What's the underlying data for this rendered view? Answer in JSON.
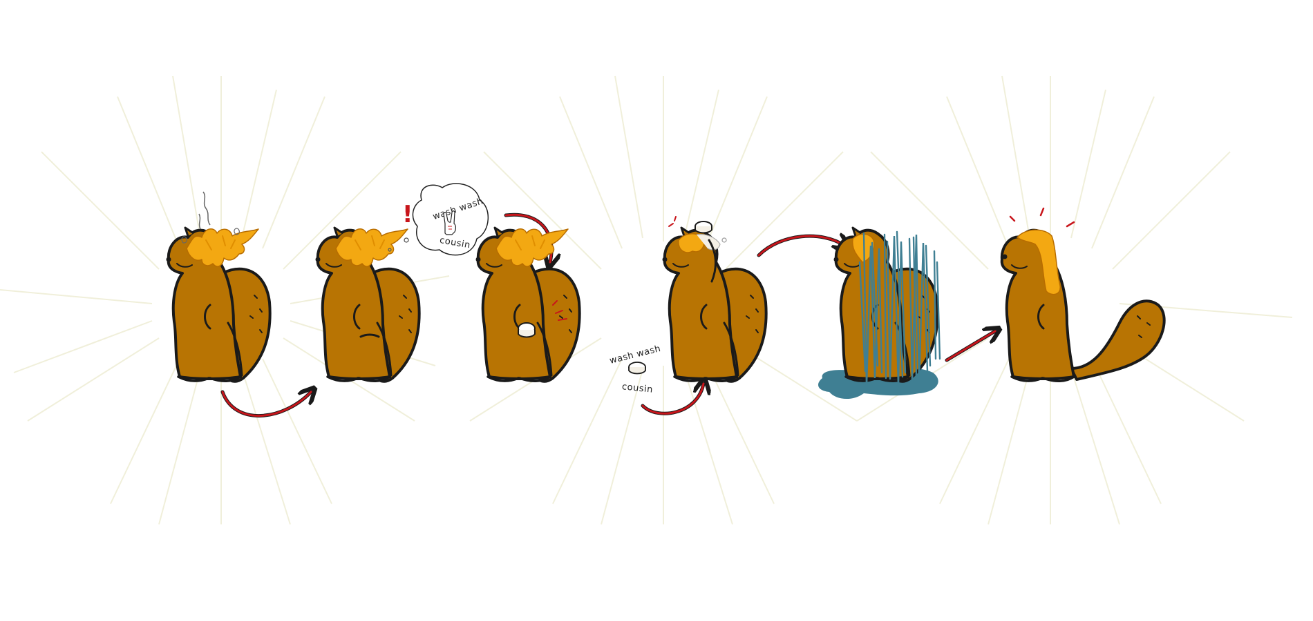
{
  "labels": {
    "bubble_line1": "wash wash",
    "bubble_line2": "cousin",
    "floating_line1": "wash wash",
    "floating_line2": "cousin",
    "exclamation": "!"
  },
  "colors": {
    "background": "#ffffff",
    "sunburst": "#efeed6",
    "fur": "#b87403",
    "fur_shadow": "#8f5a02",
    "hair": "#f3a812",
    "outline": "#1a1a1a",
    "arrow": "#c8151b",
    "water": "#3f7f93"
  },
  "panels": [
    {
      "name": "squirrel-messy-hair"
    },
    {
      "name": "squirrel-thinking"
    },
    {
      "name": "squirrel-idea"
    },
    {
      "name": "squirrel-soaping"
    },
    {
      "name": "squirrel-shower"
    },
    {
      "name": "squirrel-clean"
    }
  ]
}
